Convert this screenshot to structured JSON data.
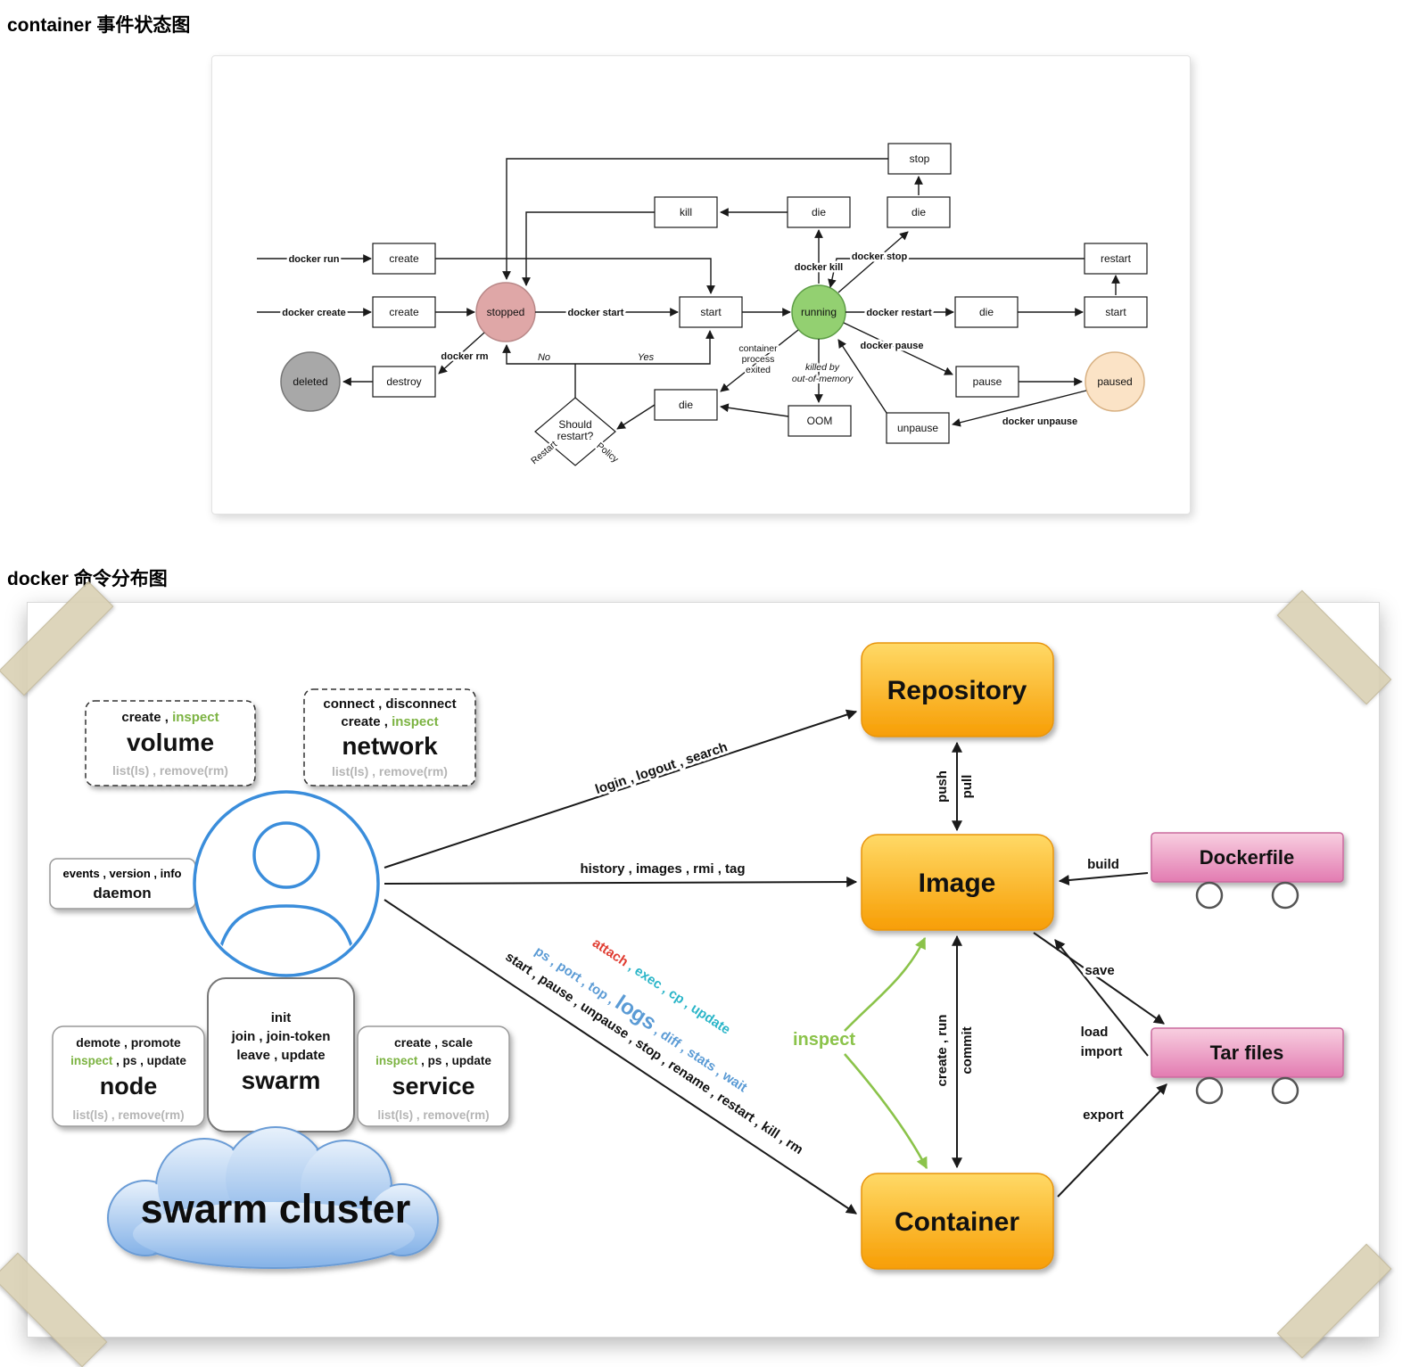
{
  "titles": {
    "state": "container 事件状态图",
    "cmd": "docker 命令分布图"
  },
  "state": {
    "boxes": {
      "create_run": "create",
      "create_create": "create",
      "start": "start",
      "start_right": "start",
      "restart": "restart",
      "stop": "stop",
      "kill": "kill",
      "die_kill": "die",
      "die_stop": "die",
      "die_restart": "die",
      "die_exit": "die",
      "pause": "pause",
      "unpause": "unpause",
      "destroy": "destroy",
      "oom": "OOM"
    },
    "circles": {
      "stopped": "stopped",
      "running": "running",
      "paused": "paused",
      "deleted": "deleted"
    },
    "edge_labels": {
      "docker_run": "docker run",
      "docker_create": "docker create",
      "docker_start": "docker start",
      "docker_restart": "docker restart",
      "docker_kill": "docker kill",
      "docker_stop": "docker stop",
      "docker_pause": "docker pause",
      "docker_unpause": "docker unpause",
      "docker_rm": "docker rm",
      "no": "No",
      "yes": "Yes",
      "restart_edge": "Restart",
      "policy_edge": "Policy"
    },
    "notes": {
      "exited_1": "container",
      "exited_2": "process",
      "exited_3": "exited",
      "oom_1": "killed by",
      "oom_2": "out-of-memory",
      "should_1": "Should",
      "should_2": "restart?"
    }
  },
  "cmd": {
    "entities": {
      "repository": "Repository",
      "image": "Image",
      "container": "Container",
      "dockerfile": "Dockerfile",
      "tar_files": "Tar files"
    },
    "groups": {
      "volume": {
        "create": "create , ",
        "inspect": "inspect",
        "name": "volume",
        "list": "list(ls) , remove(rm)"
      },
      "network": {
        "connect": "connect , disconnect",
        "create": "create , ",
        "inspect": "inspect",
        "name": "network",
        "list": "list(ls) , remove(rm)"
      },
      "daemon": {
        "cmds": "events , version , info",
        "name": "daemon"
      },
      "node": {
        "line1": "demote , promote",
        "inspect": "inspect",
        "rest": " , ps , update",
        "name": "node",
        "list": "list(ls) , remove(rm)"
      },
      "swarm": {
        "line1": "init",
        "line2": "join , join-token",
        "line3": "leave , update",
        "name": "swarm"
      },
      "service": {
        "line1": "create , scale",
        "inspect": "inspect",
        "rest": " , ps , update",
        "name": "service",
        "list": "list(ls) , remove(rm)"
      },
      "cluster": "swarm cluster"
    },
    "arrows": {
      "repository": "login , logout , search",
      "image": "history , images , rmi , tag",
      "container": "start , pause , unpause , stop , rename , restart , kill , rm",
      "status_pre": "ps , port , top , ",
      "status_logs": "logs",
      "status_post": " , diff , stats , wait",
      "attach": "attach",
      "attach_sep": " , ",
      "exec": "exec , cp , update",
      "push": "push",
      "pull": "pull",
      "create_run": "create , run",
      "commit": "commit",
      "build": "build",
      "save": "save",
      "load": "load",
      "import": "import",
      "export": "export",
      "inspect": "inspect"
    }
  }
}
